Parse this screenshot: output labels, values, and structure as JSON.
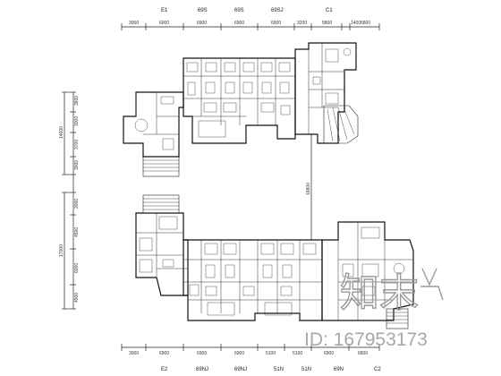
{
  "top_dimensions": [
    "3000",
    "6900",
    "6900",
    "6900",
    "6900",
    "3200",
    "5800",
    "1400",
    "6800"
  ],
  "top_axes": [
    "E1",
    "69S",
    "69S",
    "69SJ",
    "C1"
  ],
  "bottom_dimensions": [
    "3000",
    "6900",
    "6900",
    "6900",
    "5100",
    "5100",
    "6900",
    "6800"
  ],
  "bottom_axes": [
    "E2",
    "69NJ",
    "69NJ",
    "51N",
    "51N",
    "69N",
    "C2"
  ],
  "left_dimensions": [
    "3600",
    "3000",
    "3700",
    "3000",
    "3000",
    "4500",
    "6000",
    "4500"
  ],
  "left_totals": [
    "14600",
    "17000"
  ],
  "middle_dimension": "16800",
  "watermark": {
    "logo_text": "知末",
    "id_text": "ID: 167953173"
  }
}
